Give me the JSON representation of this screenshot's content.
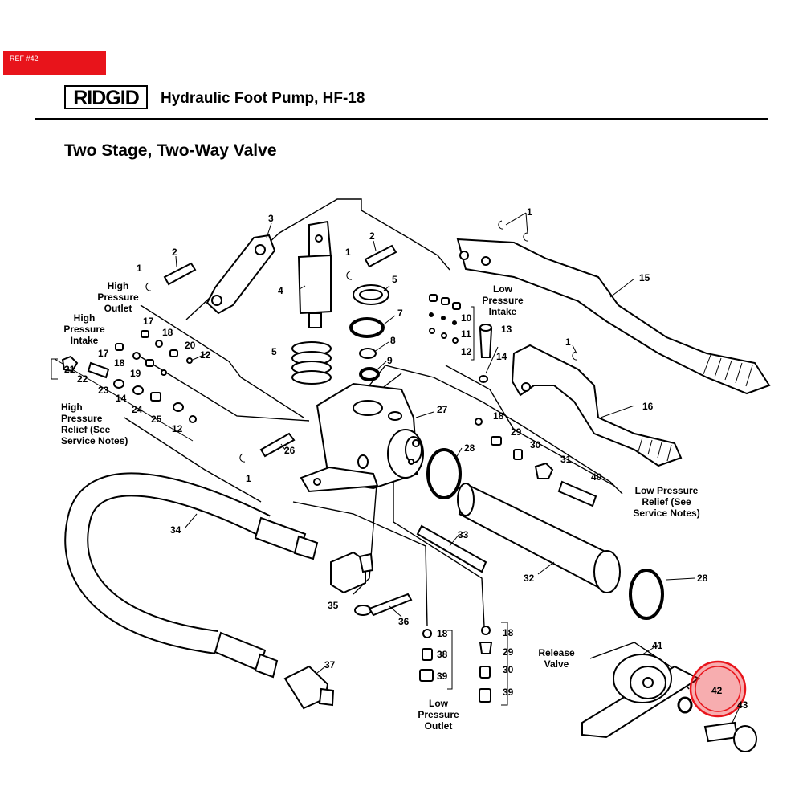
{
  "ref_tag": "REF #42",
  "brand": "RIDGID",
  "product_title": "Hydraulic Foot Pump, HF-18",
  "section_title": "Two Stage, Two-Way Valve",
  "group_labels": {
    "high_pressure_outlet": [
      "High",
      "Pressure",
      "Outlet"
    ],
    "high_pressure_intake": [
      "High",
      "Pressure",
      "Intake"
    ],
    "high_pressure_relief": [
      "High",
      "Pressure",
      "Relief (See",
      "Service Notes)"
    ],
    "low_pressure_intake": [
      "Low",
      "Pressure",
      "Intake"
    ],
    "low_pressure_relief": [
      "Low Pressure",
      "Relief (See",
      "Service Notes)"
    ],
    "low_pressure_outlet": [
      "Low",
      "Pressure",
      "Outlet"
    ],
    "release_valve": [
      "Release",
      "Valve"
    ]
  },
  "callouts": [
    {
      "id": "c3",
      "text": "3"
    },
    {
      "id": "c2a",
      "text": "2"
    },
    {
      "id": "c1a",
      "text": "1"
    },
    {
      "id": "c4",
      "text": "4"
    },
    {
      "id": "c1b",
      "text": "1"
    },
    {
      "id": "c2b",
      "text": "2"
    },
    {
      "id": "c5a",
      "text": "5"
    },
    {
      "id": "c7",
      "text": "7"
    },
    {
      "id": "c8",
      "text": "8"
    },
    {
      "id": "c5b",
      "text": "5"
    },
    {
      "id": "c9",
      "text": "9"
    },
    {
      "id": "c1c",
      "text": "1"
    },
    {
      "id": "c15",
      "text": "15"
    },
    {
      "id": "c10",
      "text": "10"
    },
    {
      "id": "c11",
      "text": "11"
    },
    {
      "id": "c12a",
      "text": "12"
    },
    {
      "id": "c13",
      "text": "13"
    },
    {
      "id": "c14a",
      "text": "14"
    },
    {
      "id": "c1d",
      "text": "1"
    },
    {
      "id": "c16",
      "text": "16"
    },
    {
      "id": "c17a",
      "text": "17"
    },
    {
      "id": "c18a",
      "text": "18"
    },
    {
      "id": "c20",
      "text": "20"
    },
    {
      "id": "c12b",
      "text": "12"
    },
    {
      "id": "c17b",
      "text": "17"
    },
    {
      "id": "c18b",
      "text": "18"
    },
    {
      "id": "c19",
      "text": "19"
    },
    {
      "id": "c21",
      "text": "21"
    },
    {
      "id": "c22",
      "text": "22"
    },
    {
      "id": "c23",
      "text": "23"
    },
    {
      "id": "c14b",
      "text": "14"
    },
    {
      "id": "c24",
      "text": "24"
    },
    {
      "id": "c25",
      "text": "25"
    },
    {
      "id": "c12c",
      "text": "12"
    },
    {
      "id": "c27",
      "text": "27"
    },
    {
      "id": "c18c",
      "text": "18"
    },
    {
      "id": "c26",
      "text": "26"
    },
    {
      "id": "c1e",
      "text": "1"
    },
    {
      "id": "c28a",
      "text": "28"
    },
    {
      "id": "c29a",
      "text": "29"
    },
    {
      "id": "c30a",
      "text": "30"
    },
    {
      "id": "c31",
      "text": "31"
    },
    {
      "id": "c40",
      "text": "40"
    },
    {
      "id": "c34",
      "text": "34"
    },
    {
      "id": "c33",
      "text": "33"
    },
    {
      "id": "c32",
      "text": "32"
    },
    {
      "id": "c28b",
      "text": "28"
    },
    {
      "id": "c35",
      "text": "35"
    },
    {
      "id": "c36",
      "text": "36"
    },
    {
      "id": "c18d",
      "text": "18"
    },
    {
      "id": "c38",
      "text": "38"
    },
    {
      "id": "c39a",
      "text": "39"
    },
    {
      "id": "c18e",
      "text": "18"
    },
    {
      "id": "c29b",
      "text": "29"
    },
    {
      "id": "c30b",
      "text": "30"
    },
    {
      "id": "c39b",
      "text": "39"
    },
    {
      "id": "c37",
      "text": "37"
    },
    {
      "id": "c41",
      "text": "41"
    },
    {
      "id": "c42",
      "text": "42"
    },
    {
      "id": "c43",
      "text": "43"
    }
  ],
  "colors": {
    "ref_tag": "#e8141b",
    "highlight": "#e8141b"
  }
}
